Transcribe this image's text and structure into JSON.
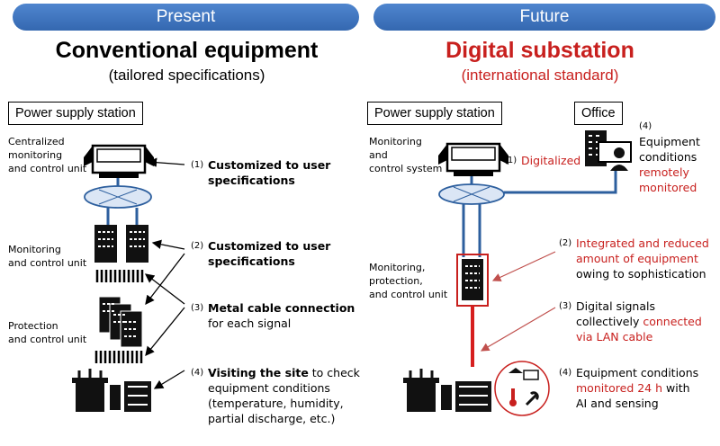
{
  "left": {
    "header": "Present",
    "title": "Conventional equipment",
    "subtitle": "(tailored specifications)",
    "station_box": "Power supply station",
    "units": {
      "centralized": [
        "Centralized",
        "monitoring",
        "and control unit"
      ],
      "monitoring": [
        "Monitoring",
        "and control unit"
      ],
      "protection": [
        "Protection",
        "and control unit"
      ]
    },
    "notes": [
      {
        "num": "(1)",
        "lines": [
          {
            "parts": [
              {
                "t": "Customized to user",
                "b": true
              }
            ]
          },
          {
            "parts": [
              {
                "t": "specifications",
                "b": true
              }
            ]
          }
        ]
      },
      {
        "num": "(2)",
        "lines": [
          {
            "parts": [
              {
                "t": "Customized to user",
                "b": true
              }
            ]
          },
          {
            "parts": [
              {
                "t": "specifications",
                "b": true
              }
            ]
          }
        ]
      },
      {
        "num": "(3)",
        "lines": [
          {
            "parts": [
              {
                "t": "Metal cable connection",
                "b": true
              }
            ]
          },
          {
            "parts": [
              {
                "t": "for each signal",
                "b": false
              }
            ]
          }
        ]
      },
      {
        "num": "(4)",
        "lines": [
          {
            "parts": [
              {
                "t": "Visiting the site",
                "b": true
              },
              {
                "t": " to check",
                "b": false
              }
            ]
          },
          {
            "parts": [
              {
                "t": "equipment conditions",
                "b": false
              }
            ]
          },
          {
            "parts": [
              {
                "t": "(temperature, humidity,",
                "b": false
              }
            ]
          },
          {
            "parts": [
              {
                "t": "partial discharge, etc.)",
                "b": false
              }
            ]
          }
        ]
      }
    ]
  },
  "right": {
    "header": "Future",
    "title": "Digital substation",
    "subtitle": "(international standard)",
    "station_box": "Power supply station",
    "office_box": "Office",
    "units": {
      "monitoring": [
        "Monitoring",
        "and",
        "control system"
      ],
      "protection": [
        "Monitoring,",
        "protection,",
        "and control unit"
      ]
    },
    "notes": [
      {
        "num": "(1)",
        "lines": [
          {
            "parts": [
              {
                "t": "Digitalized",
                "r": true
              }
            ]
          }
        ]
      },
      {
        "num": "(4)",
        "lines": [
          {
            "parts": [
              {
                "t": "Equipment",
                "r": false
              }
            ]
          },
          {
            "parts": [
              {
                "t": "conditions",
                "r": false
              }
            ]
          },
          {
            "parts": [
              {
                "t": "remotely",
                "r": true
              }
            ]
          },
          {
            "parts": [
              {
                "t": "monitored",
                "r": true
              }
            ]
          }
        ]
      },
      {
        "num": "(2)",
        "lines": [
          {
            "parts": [
              {
                "t": "Integrated and reduced",
                "r": true
              }
            ]
          },
          {
            "parts": [
              {
                "t": "amount of equipment",
                "r": true
              }
            ]
          },
          {
            "parts": [
              {
                "t": "owing to sophistication",
                "r": false
              }
            ]
          }
        ]
      },
      {
        "num": "(3)",
        "lines": [
          {
            "parts": [
              {
                "t": "Digital signals",
                "r": false
              }
            ]
          },
          {
            "parts": [
              {
                "t": "collectively ",
                "r": false
              },
              {
                "t": "connected",
                "r": true
              }
            ]
          },
          {
            "parts": [
              {
                "t": "via LAN cable",
                "r": true
              }
            ]
          }
        ]
      },
      {
        "num": "(4)",
        "lines": [
          {
            "parts": [
              {
                "t": "Equipment conditions",
                "r": false
              }
            ]
          },
          {
            "parts": [
              {
                "t": "monitored 24 h",
                "r": true
              },
              {
                "t": " with",
                "r": false
              }
            ]
          },
          {
            "parts": [
              {
                "t": "AI and sensing",
                "r": false
              }
            ]
          }
        ]
      }
    ]
  },
  "colors": {
    "header_blue": "#3a6fb8",
    "accent_red": "#c8201e",
    "cable_blue": "#2d5f9e",
    "arrow_red": "#c0504d"
  },
  "icons": [
    "control-desk-icon",
    "network-hub-icon",
    "server-rack-icon",
    "cable-bundle-icon",
    "transformer-icon",
    "office-building-icon",
    "sensor-icon"
  ]
}
